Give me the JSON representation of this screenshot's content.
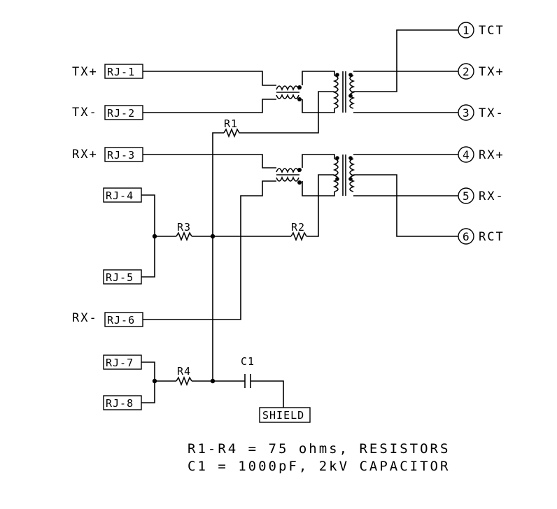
{
  "left_labels": {
    "tx_plus": "TX+",
    "tx_minus": "TX-",
    "rx_plus": "RX+",
    "rx_minus": "RX-"
  },
  "rj_pins": [
    "RJ-1",
    "RJ-2",
    "RJ-3",
    "RJ-4",
    "RJ-5",
    "RJ-6",
    "RJ-7",
    "RJ-8"
  ],
  "outputs": [
    {
      "number": "1",
      "label": "TCT"
    },
    {
      "number": "2",
      "label": "TX+"
    },
    {
      "number": "3",
      "label": "TX-"
    },
    {
      "number": "4",
      "label": "RX+"
    },
    {
      "number": "5",
      "label": "RX-"
    },
    {
      "number": "6",
      "label": "RCT"
    }
  ],
  "components": {
    "r1": "R1",
    "r2": "R2",
    "r3": "R3",
    "r4": "R4",
    "c1": "C1",
    "shield": "SHIELD"
  },
  "notes": {
    "line1": "R1-R4 = 75 ohms, RESISTORS",
    "line2": "C1 = 1000pF, 2kV CAPACITOR"
  }
}
